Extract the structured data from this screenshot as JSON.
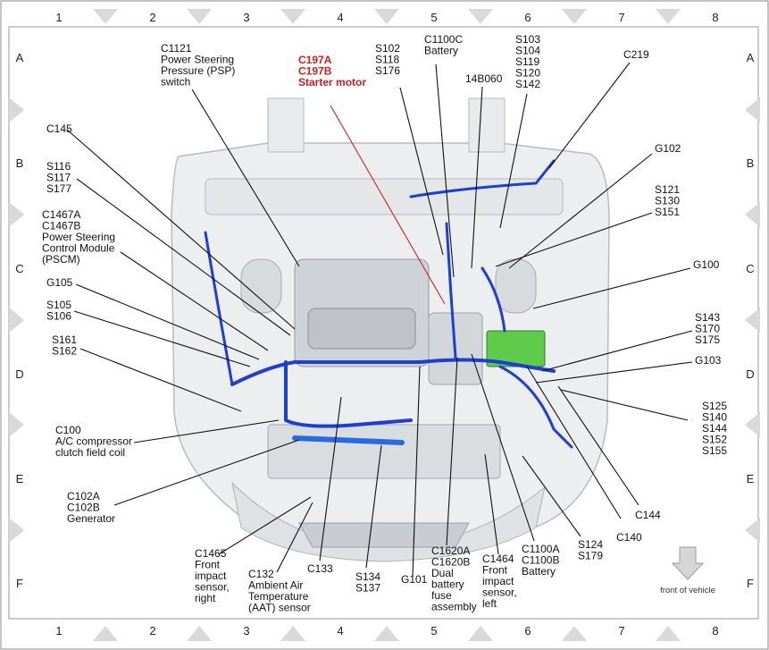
{
  "grid": {
    "columns": [
      "1",
      "2",
      "3",
      "4",
      "5",
      "6",
      "7",
      "8"
    ],
    "rows": [
      "A",
      "B",
      "C",
      "D",
      "E",
      "F"
    ]
  },
  "footer": {
    "front_label": "front of vehicle"
  },
  "callouts": [
    {
      "id": "c1121",
      "lines": [
        "C1121",
        "Power Steering",
        "Pressure (PSP)",
        "switch"
      ]
    },
    {
      "id": "c197",
      "lines": [
        "C197A",
        "C197B",
        "Starter motor"
      ],
      "highlight": true
    },
    {
      "id": "s102",
      "lines": [
        "S102",
        "S118",
        "S176"
      ]
    },
    {
      "id": "c1100c",
      "lines": [
        "C1100C",
        "Battery"
      ]
    },
    {
      "id": "s103",
      "lines": [
        "S103",
        "S104",
        "S119",
        "S120",
        "S142"
      ]
    },
    {
      "id": "14b060",
      "lines": [
        "14B060"
      ]
    },
    {
      "id": "c219",
      "lines": [
        "C219"
      ]
    },
    {
      "id": "c145",
      "lines": [
        "C145"
      ]
    },
    {
      "id": "s116",
      "lines": [
        "S116",
        "S117",
        "S177"
      ]
    },
    {
      "id": "c1467",
      "lines": [
        "C1467A",
        "C1467B",
        "Power Steering",
        "Control Module",
        "(PSCM)"
      ]
    },
    {
      "id": "g105",
      "lines": [
        "G105"
      ]
    },
    {
      "id": "s105",
      "lines": [
        "S105",
        "S106"
      ]
    },
    {
      "id": "s161",
      "lines": [
        "S161",
        "S162"
      ]
    },
    {
      "id": "c100",
      "lines": [
        "C100",
        "A/C compressor",
        "clutch field coil"
      ]
    },
    {
      "id": "c102",
      "lines": [
        "C102A",
        "C102B",
        "Generator"
      ]
    },
    {
      "id": "c1465",
      "lines": [
        "C1465",
        "Front",
        "impact",
        "sensor,",
        "right"
      ]
    },
    {
      "id": "c132",
      "lines": [
        "C132",
        "Ambient Air",
        "Temperature",
        "(AAT) sensor"
      ]
    },
    {
      "id": "c133",
      "lines": [
        "C133"
      ]
    },
    {
      "id": "s134",
      "lines": [
        "S134",
        "S137"
      ]
    },
    {
      "id": "g101",
      "lines": [
        "G101"
      ]
    },
    {
      "id": "c1620",
      "lines": [
        "C1620A",
        "C1620B",
        "Dual",
        "battery",
        "fuse",
        "assembly"
      ]
    },
    {
      "id": "c1464",
      "lines": [
        "C1464",
        "Front",
        "impact",
        "sensor,",
        "left"
      ]
    },
    {
      "id": "c1100a",
      "lines": [
        "C1100A",
        "C1100B",
        "Battery"
      ]
    },
    {
      "id": "s124",
      "lines": [
        "S124",
        "S179"
      ]
    },
    {
      "id": "c140",
      "lines": [
        "C140"
      ]
    },
    {
      "id": "c144",
      "lines": [
        "C144"
      ]
    },
    {
      "id": "g102",
      "lines": [
        "G102"
      ]
    },
    {
      "id": "s121",
      "lines": [
        "S121",
        "S130",
        "S151"
      ]
    },
    {
      "id": "g100",
      "lines": [
        "G100"
      ]
    },
    {
      "id": "s143",
      "lines": [
        "S143",
        "S170",
        "S175"
      ]
    },
    {
      "id": "g103",
      "lines": [
        "G103"
      ]
    },
    {
      "id": "s125",
      "lines": [
        "S125",
        "S140",
        "S144",
        "S152",
        "S155"
      ]
    }
  ]
}
